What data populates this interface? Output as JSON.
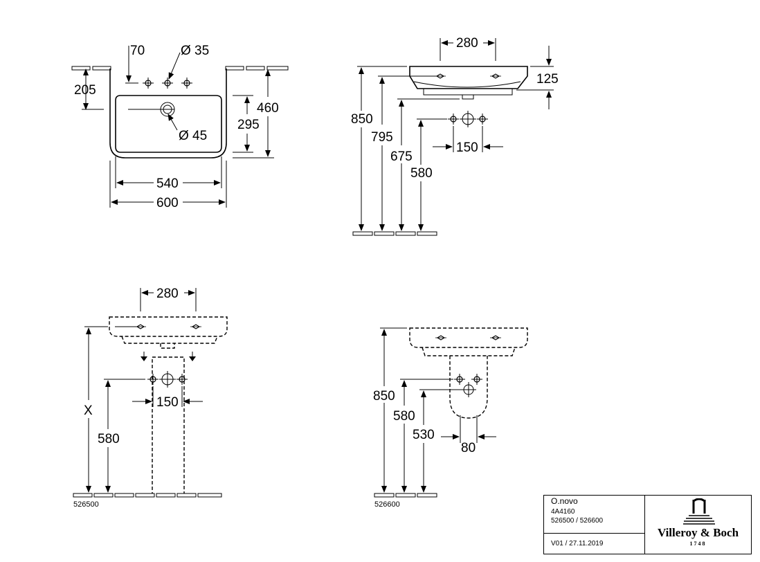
{
  "top_view": {
    "tap_offset": "70",
    "tap_hole": "Ø 35",
    "tap_height": "205",
    "waste_hole": "Ø 45",
    "inner_depth": "295",
    "total_depth": "460",
    "inner_width": "540",
    "total_width": "600"
  },
  "side_view": {
    "holes_spacing": "280",
    "rim_height": "125",
    "height_rim": "850",
    "height_underside": "795",
    "height_overflow": "675",
    "height_supply": "580",
    "supply_spacing": "150"
  },
  "pedestal_view": {
    "holes_spacing": "280",
    "height_x": "X",
    "supply_spacing": "150",
    "height_supply": "580",
    "article_code": "526500"
  },
  "semi_pedestal_view": {
    "height_rim": "850",
    "height_supply": "580",
    "height_waste": "530",
    "waste_width": "80",
    "article_code": "526600"
  },
  "title_block": {
    "product_name": "O.novo",
    "product_code": "4A4160",
    "pedestal_codes": "526500 / 526600",
    "version": "V01 / 27.11.2019",
    "brand": "Villeroy & Boch",
    "brand_year": "1748"
  }
}
